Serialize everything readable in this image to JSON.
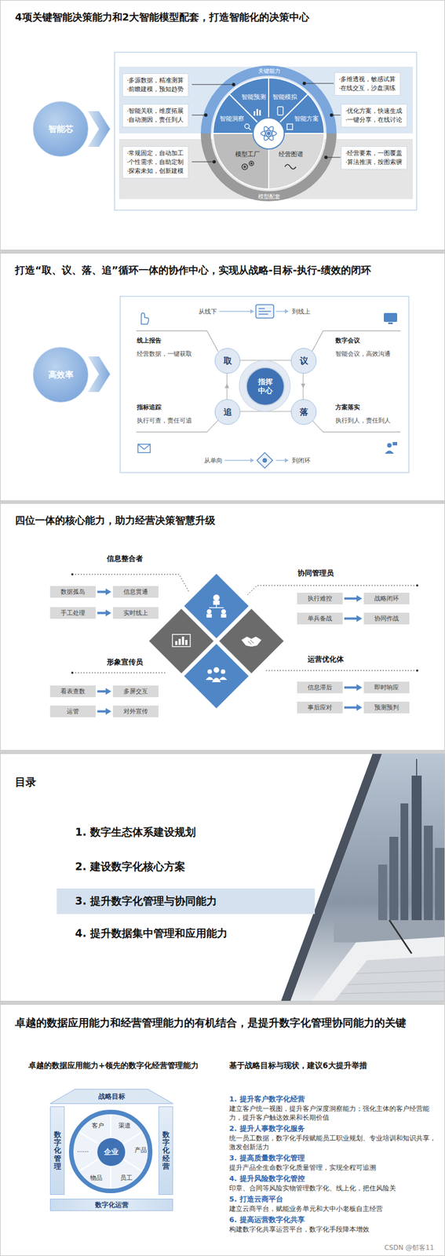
{
  "diagram": {
    "nodes": [
      {
        "text": [
          "4项关键智能决策能力和2大智能模型配套，打造智能化的决策中心"
        ]
      },
      {
        "text": [
          "智能芯"
        ],
        "in": 0
      },
      {
        "text": [
          "·多源数据，精准测算",
          "·前瞻建模，预知趋势"
        ],
        "in": 0
      },
      {
        "text": [
          "·智能关联，维度拓展",
          "·自动溯因，责任到人"
        ],
        "in": 0
      },
      {
        "text": [
          "·常规固定，自动加工",
          "·个性需求，自助定制",
          "·探索未知，创新建模"
        ],
        "in": 0
      },
      {
        "text": [
          "智能预测"
        ],
        "in": 0
      },
      {
        "text": [
          "智能模拟"
        ],
        "in": 0
      },
      {
        "text": [
          "智能洞察"
        ],
        "in": 0
      },
      {
        "text": [
          "智能方案"
        ],
        "in": 0
      },
      {
        "text": [
          "模型工厂"
        ],
        "in": 0
      },
      {
        "text": [
          "经营图谱"
        ],
        "in": 0
      },
      {
        "text": [
          "·多维透视，敏感试算",
          "·在线交互，沙盘演练"
        ],
        "in": 0
      },
      {
        "text": [
          "·优化方案，快速生成",
          "·一键分享，在线讨论"
        ],
        "in": 0
      },
      {
        "text": [
          "·经营要素，一图覆盖",
          "·算法推演，按图索骥"
        ],
        "in": 0
      },
      {
        "text": [
          "打造“取、议、落、追”循环一体的协作中心，实现从战略-目标-执行-绩效的闭环"
        ]
      },
      {
        "text": [
          "高效率"
        ],
        "in": 14
      },
      {
        "text": [
          "取"
        ],
        "in": 14
      },
      {
        "text": [
          "议"
        ],
        "in": 14
      },
      {
        "text": [
          "指挥中心"
        ],
        "in": 14
      },
      {
        "text": [
          "追"
        ],
        "in": 14
      },
      {
        "text": [
          "落"
        ],
        "in": 14
      },
      {
        "text": [
          "四位一体的核心能力，助力经营决策智慧升级"
        ]
      },
      {
        "text": [
          "数据孤岛"
        ],
        "in": 21
      },
      {
        "text": [
          "信息贯通"
        ],
        "in": 21
      },
      {
        "text": [
          "手工处理"
        ],
        "in": 21
      },
      {
        "text": [
          "实时线上"
        ],
        "in": 21
      },
      {
        "text": [
          "执行难控"
        ],
        "in": 21
      },
      {
        "text": [
          "战略闭环"
        ],
        "in": 21
      },
      {
        "text": [
          "单兵备战"
        ],
        "in": 21
      },
      {
        "text": [
          "协同作战"
        ],
        "in": 21
      },
      {
        "text": [
          "看表查数"
        ],
        "in": 21
      },
      {
        "text": [
          "多屏交互"
        ],
        "in": 21
      },
      {
        "text": [
          "运管"
        ],
        "in": 21
      },
      {
        "text": [
          "对外宣传"
        ],
        "in": 21
      },
      {
        "text": [
          "信息滞后"
        ],
        "in": 21
      },
      {
        "text": [
          "即时响应"
        ],
        "in": 21
      },
      {
        "text": [
          "事后应对"
        ],
        "in": 21
      },
      {
        "text": [
          "预测预判"
        ],
        "in": 21
      },
      {
        "text": [
          "目录"
        ]
      },
      {
        "text": [
          "3. 提升数字化管理与协同能力"
        ],
        "in": 38
      },
      {
        "text": [
          "卓越的数据应用能力和经营管理能力的有机结合，是提升数字化管理协同能力的关键"
        ]
      },
      {
        "text": [
          "战略目标"
        ],
        "in": 40
      },
      {
        "text": [
          "数字化管理"
        ],
        "in": 40
      },
      {
        "text": [
          "企业"
        ],
        "in": 40
      },
      {
        "text": [
          "数字化经营"
        ],
        "in": 40
      },
      {
        "text": [
          "数字化运营"
        ],
        "in": 40
      }
    ],
    "edges": [
      {
        "from": 22,
        "to": 23,
        "arrow": "to"
      },
      {
        "from": 24,
        "to": 25,
        "arrow": "to"
      },
      {
        "from": 26,
        "to": 27,
        "arrow": "to"
      },
      {
        "from": 28,
        "to": 29,
        "arrow": "to"
      },
      {
        "from": 30,
        "to": 31,
        "arrow": "to"
      },
      {
        "from": 32,
        "to": 33,
        "arrow": "to"
      },
      {
        "from": 34,
        "to": 35,
        "arrow": "to"
      },
      {
        "from": 36,
        "to": 37,
        "arrow": "to"
      }
    ],
    "labels": [
      "关键能力",
      "模型配套",
      "从线下",
      "到线上",
      "线上报告",
      "经营数据，一键获取",
      "数字会议",
      "智能会议，高效沟通",
      "指标追踪",
      "执行可查，责任可追",
      "方案落实",
      "执行到人，责任到人",
      "从单向",
      "到闭环",
      "信息整合者",
      "协同管理员",
      "形象宣传员",
      "运营优化体",
      "1. 数字生态体系建设规划",
      "2. 建设数字化核心方案",
      "4. 提升数据集中管理和应用能力",
      "卓越的数据应用能力+领先的数字化经营管理能力",
      "客户",
      "渠道",
      "产品",
      "员工",
      "物品",
      "......",
      "基于战略目标与现状，建议6大提升举措",
      "1. 提升客户数字化经营",
      "建立客户统一视图，提升客户深度洞察能力；强化主体的客户经营能力，提升客户触达效果和长期价值",
      "2. 提升人事数字化服务",
      "统一员工数据，数字化手段赋能员工职业规划、专业培训和知识共享，激发创新活力",
      "3. 提高质量数字化管理",
      "提升产品全生命数字化质量管理，实现全程可追溯",
      "4. 提升风险数字化管控",
      "印章、合同等风险实物管理数字化、线上化，把住风险关",
      "5. 打造云商平台",
      "建立云商平台，赋能业务单元和大中小老板自主经营",
      "6. 提高运营数字化共享",
      "构建数字化共享运营平台，数字化手段降本增效",
      "CSDN @郁客11"
    ]
  }
}
